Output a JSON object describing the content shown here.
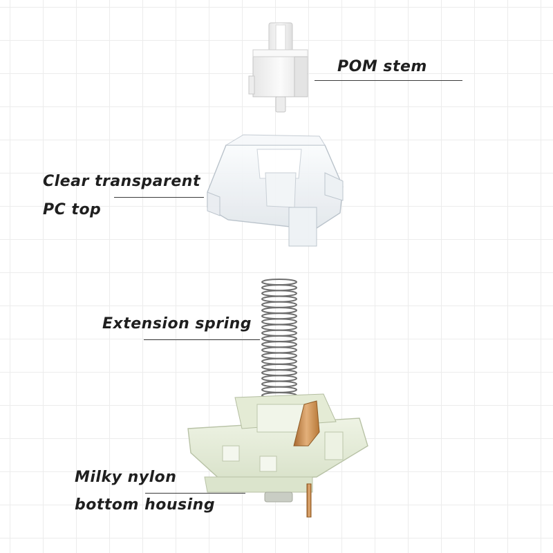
{
  "labels": {
    "stem": "POM stem",
    "top_line1": "Clear transparent",
    "top_line2": "PC top",
    "spring": "Extension spring",
    "housing_line1": "Milky nylon",
    "housing_line2": "bottom housing"
  },
  "colors": {
    "stem_body": "#f4f4f4",
    "top_clear": "#eef1f4",
    "housing": "#e7eedb",
    "spring_metal": "#6e6e6e",
    "contact_leaf": "#c48a48",
    "label_text": "#1f1f1f",
    "leader_line": "#3a3a3a"
  }
}
